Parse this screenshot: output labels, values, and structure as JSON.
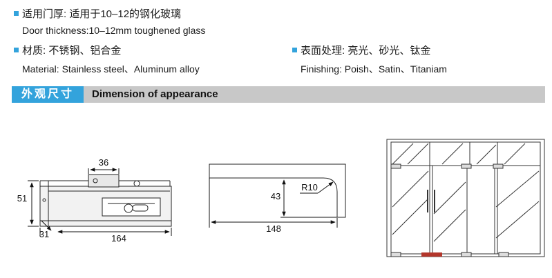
{
  "specs": {
    "thickness_zh": "适用门厚: 适用于10–12的钢化玻璃",
    "thickness_en": "Door thickness:10–12mm toughened glass",
    "material_zh": "材质: 不锈钢、铝合金",
    "material_en": "Material: Stainless steel、Aluminum alloy",
    "finishing_zh": "表面处理: 亮光、砂光、钛金",
    "finishing_en": "Finishing: Poish、Satin、Titaniam"
  },
  "section": {
    "tag_zh": "外观尺寸",
    "title_en": "Dimension of appearance"
  },
  "dimensions": {
    "top_width": "36",
    "height": "51",
    "offset": "31",
    "length": "164",
    "profile_height": "43",
    "radius": "R10",
    "profile_length": "148"
  },
  "colors": {
    "accent": "#33a3dc",
    "bar": "#c8c8c8",
    "handle_base": "#b3362b"
  }
}
